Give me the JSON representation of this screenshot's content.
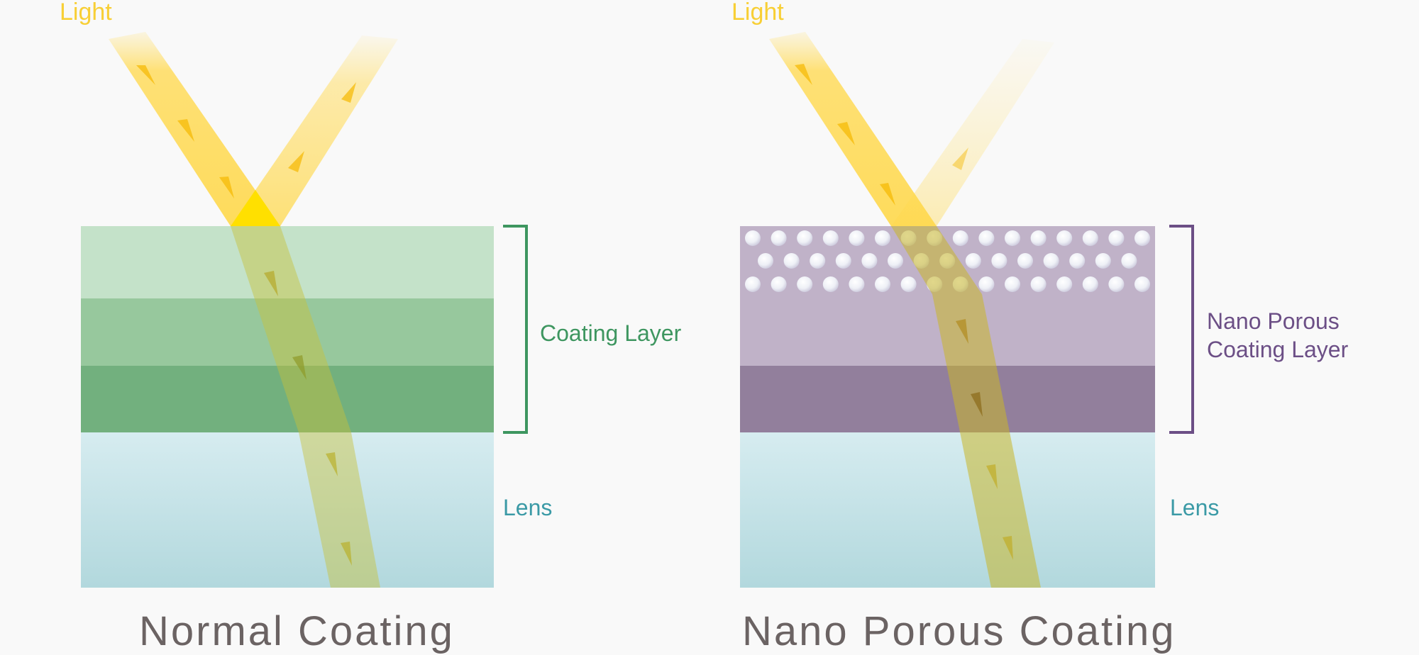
{
  "left_panel": {
    "light_label": "Light",
    "coating_label": "Coating Layer",
    "lens_label": "Lens",
    "title": "Normal Coating"
  },
  "right_panel": {
    "light_label": "Light",
    "coating_label_line1": "Nano Porous",
    "coating_label_line2": "Coating Layer",
    "lens_label": "Lens",
    "title": "Nano Porous Coating"
  },
  "colors": {
    "background": "#f9f9f9",
    "light": "#f8cf35",
    "normal_coating_bracket": "#3e9660",
    "nano_coating_bracket": "#6c4f86",
    "lens_text": "#3b9aa6",
    "title_text": "#6b6363"
  }
}
